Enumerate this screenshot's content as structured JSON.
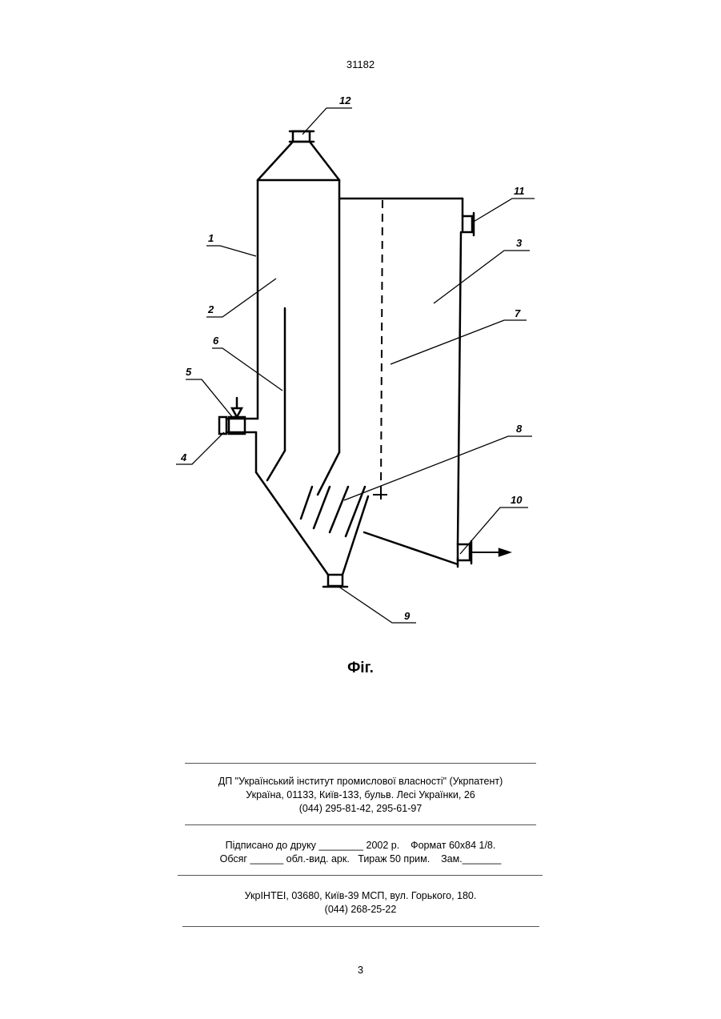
{
  "header": {
    "patent_number": "31182"
  },
  "figure": {
    "labels": [
      "1",
      "2",
      "3",
      "4",
      "5",
      "6",
      "7",
      "8",
      "9",
      "10",
      "11",
      "12"
    ],
    "caption": "Фіг."
  },
  "publisher": {
    "line1": "ДП \"Український інститут промислової власності\" (Укрпатент)",
    "line2": "Україна, 01133, Київ-133, бульв. Лесі Українки, 26",
    "line3": "(044) 295-81-42, 295-61-97"
  },
  "print_info": {
    "line1": "Підписано до друку ________ 2002 р.    Формат 60х84 1/8.",
    "line2": "Обсяг ______ обл.-вид. арк.   Тираж 50 прим.    Зам._______"
  },
  "printer": {
    "line1": "УкрІНТЕІ, 03680, Київ-39 МСП, вул. Горького, 180.",
    "line2": "(044) 268-25-22"
  },
  "footer": {
    "page_number": "3"
  }
}
